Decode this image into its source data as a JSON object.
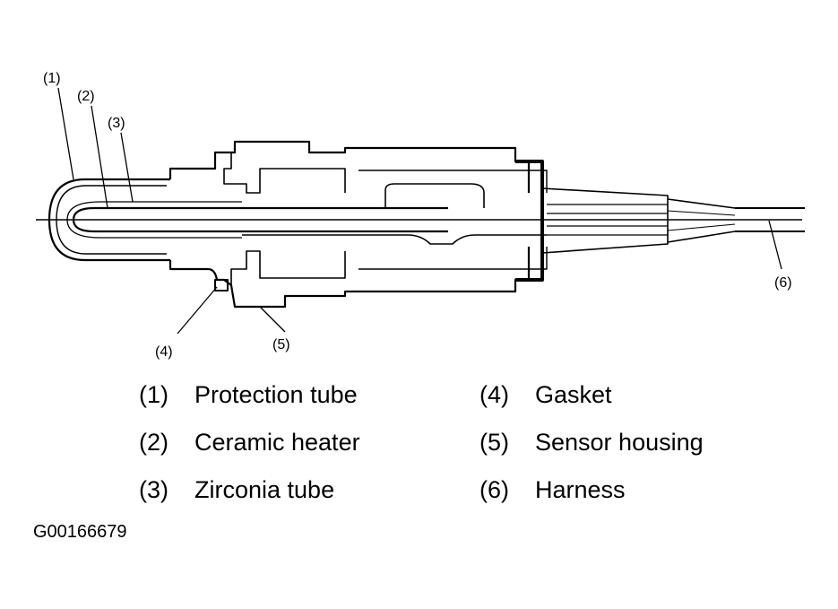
{
  "callouts": {
    "c1": "(1)",
    "c2": "(2)",
    "c3": "(3)",
    "c4": "(4)",
    "c5": "(5)",
    "c6": "(6)"
  },
  "legend": [
    {
      "num": "(1)",
      "label": "Protection tube"
    },
    {
      "num": "(2)",
      "label": "Ceramic heater"
    },
    {
      "num": "(3)",
      "label": "Zirconia tube"
    },
    {
      "num": "(4)",
      "label": "Gasket"
    },
    {
      "num": "(5)",
      "label": "Sensor housing"
    },
    {
      "num": "(6)",
      "label": "Harness"
    }
  ],
  "figure_id": "G00166679"
}
